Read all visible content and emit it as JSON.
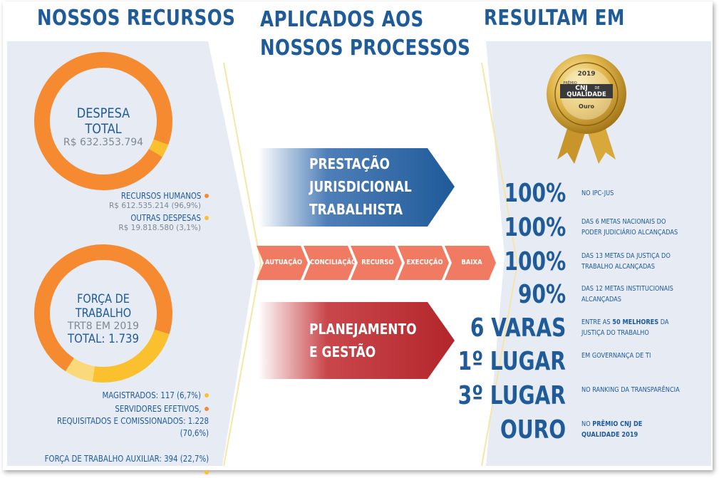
{
  "headings": {
    "resources": "NOSSOS RECURSOS",
    "processes_line1": "APLICADOS AOS",
    "processes_line2": "NOSSOS PROCESSOS",
    "results": "RESULTAM EM"
  },
  "colors": {
    "blue": "#1f5a99",
    "orange": "#f58a31",
    "yellow": "#fbc02d",
    "light_yellow": "#f9d97a",
    "panel": "#e6ebf4",
    "red": "#b3262b",
    "salmon": "#f07a62"
  },
  "despesa": {
    "label": "DESPESA TOTAL",
    "value": "R$ 632.353.794",
    "chart_data": {
      "type": "pie",
      "categories": [
        "RECURSOS HUMANOS",
        "OUTRAS DESPESAS"
      ],
      "values": [
        96.9,
        3.1
      ],
      "colors": [
        "#f58a31",
        "#fbc02d"
      ]
    },
    "legend": [
      {
        "name": "RECURSOS HUMANOS",
        "value": "R$ 612.535.214 (96,9%)",
        "color": "#f58a31"
      },
      {
        "name": "OUTRAS DESPESAS",
        "value": "R$ 19.818.580 (3,1%)",
        "color": "#fbc02d"
      }
    ]
  },
  "forca": {
    "label": "FORÇA DE TRABALHO",
    "sub": "TRT8 EM 2019",
    "total": "TOTAL: 1.739",
    "chart_data": {
      "type": "pie",
      "categories": [
        "MAGISTRADOS",
        "SERVIDORES EFETIVOS, REQUISITADOS E COMISSIONADOS",
        "FORÇA DE TRABALHO AUXILIAR"
      ],
      "values": [
        117,
        1228,
        394
      ],
      "colors": [
        "#f9d97a",
        "#f58a31",
        "#fbc02d"
      ]
    },
    "legend": [
      {
        "lines": [
          "MAGISTRADOS: 117 (6,7%)"
        ],
        "color": "#fbc02d"
      },
      {
        "lines": [
          "SERVIDORES EFETIVOS,",
          "REQUISITADOS E COMISSIONADOS: 1.228 (70,6%)"
        ],
        "color": "#f58a31"
      },
      {
        "lines": [
          "FORÇA DE TRABALHO AUXILIAR: 394 (22,7%)"
        ],
        "color": "#fbc02d"
      }
    ]
  },
  "processes": {
    "top_arrow": [
      "PRESTAÇÃO",
      "JURISDICIONAL",
      "TRABALHISTA"
    ],
    "bottom_arrow": [
      "PLANEJAMENTO",
      "E GESTÃO"
    ],
    "steps": [
      "AUTUAÇÃO",
      "CONCILIAÇÃO",
      "RECURSO",
      "EXECUÇÃO",
      "BAIXA"
    ]
  },
  "medal": {
    "year": "2019",
    "line1": "PRÊMIO",
    "line2": "CNJ",
    "line3": "DE",
    "line4": "QUALIDADE",
    "tier": "Ouro"
  },
  "results": [
    {
      "big": "100%",
      "desc": "NO IPC-JUS"
    },
    {
      "big": "100%",
      "desc": "DAS 6 METAS NACIONAIS DO PODER JUDICIÁRIO ALCANÇADAS"
    },
    {
      "big": "100%",
      "desc": "DAS 13 METAS DA JUSTIÇA DO TRABALHO ALCANÇADAS"
    },
    {
      "big": "90%",
      "desc": "DAS 12 METAS INSTITUCIONAIS ALCANÇADAS"
    },
    {
      "big": "6 VARAS",
      "desc_pre": "ENTRE AS ",
      "desc_bold": "50 MELHORES",
      "desc_post": " DA JUSTIÇA DO TRABALHO"
    },
    {
      "big": "1º LUGAR",
      "desc": "EM GOVERNANÇA DE TI"
    },
    {
      "big": "3º LUGAR",
      "desc": "NO RANKING DA TRANSPARÊNCIA"
    },
    {
      "big": "OURO",
      "desc_pre": "NO ",
      "desc_bold": "PRÊMIO CNJ DE QUALIDADE 2019"
    }
  ]
}
